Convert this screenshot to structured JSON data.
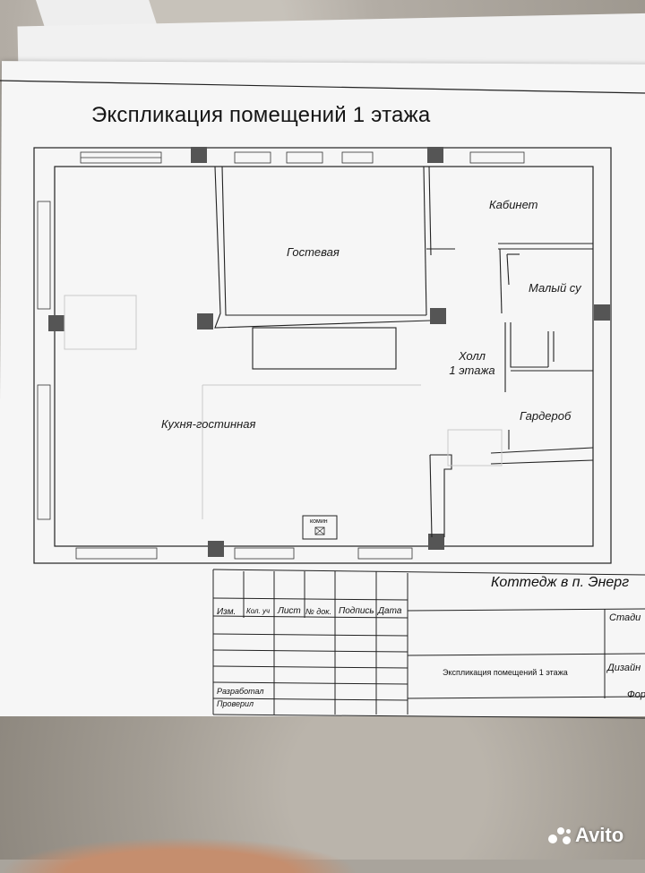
{
  "drawing": {
    "title": "Экспликация помещений 1 этажа",
    "rooms": {
      "kitchen_living": "Кухня-гостинная",
      "guest": "Гостевая",
      "office": "Кабинет",
      "small_bathroom": "Малый су",
      "hall_line1": "Холл",
      "hall_line2": "1 этажа",
      "wardrobe": "Гардероб",
      "fireplace": "комин"
    }
  },
  "title_block": {
    "columns": [
      "Изм.",
      "Кол. уч",
      "Лист",
      "№ док.",
      "Подпись",
      "Дата"
    ],
    "rows": [
      "Разработал",
      "Проверил"
    ],
    "project_name": "Коттедж в п. Энерг",
    "sheet_name": "Экспликация помещений 1 этажа",
    "right_cells": [
      "Стади",
      "Дизайн",
      "Фор"
    ]
  },
  "watermark": {
    "brand": "Avito"
  }
}
